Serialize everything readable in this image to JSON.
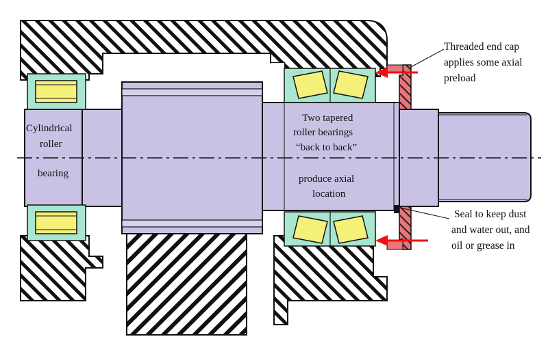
{
  "labels": {
    "cylindrical": [
      "Cylindrical",
      "roller",
      "bearing"
    ],
    "tapered": [
      "Two tapered",
      "roller bearings",
      "“back to back”",
      "produce axial",
      "location"
    ],
    "end_cap": [
      "Threaded end cap",
      "applies some axial",
      "preload"
    ],
    "seal": [
      "Seal to keep dust",
      "and water out, and",
      "oil or grease in"
    ]
  },
  "colors": {
    "shaft": "#c9c2e4",
    "roller": "#f4f07a",
    "race": "#a8e6cf",
    "cap": "#e8747c",
    "arrow": "#ee1111",
    "hatch": "#111111"
  }
}
